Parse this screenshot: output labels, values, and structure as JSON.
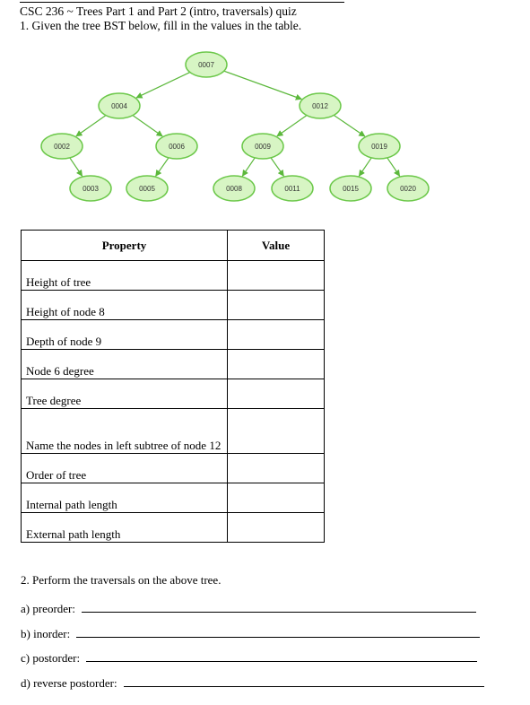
{
  "header": {
    "title": "CSC 236 ~ Trees Part 1 and Part 2 (intro, traversals) quiz",
    "question1": "1. Given the tree BST below, fill in the values in the table."
  },
  "tree": {
    "nodes": [
      "0007",
      "0004",
      "0012",
      "0002",
      "0006",
      "0009",
      "0019",
      "0003",
      "0005",
      "0008",
      "0011",
      "0015",
      "0020"
    ],
    "edges": [
      [
        "0007",
        "0004"
      ],
      [
        "0007",
        "0012"
      ],
      [
        "0004",
        "0002"
      ],
      [
        "0004",
        "0006"
      ],
      [
        "0012",
        "0009"
      ],
      [
        "0012",
        "0019"
      ],
      [
        "0002",
        "0003"
      ],
      [
        "0006",
        "0005"
      ],
      [
        "0009",
        "0008"
      ],
      [
        "0009",
        "0011"
      ],
      [
        "0019",
        "0015"
      ],
      [
        "0019",
        "0020"
      ]
    ],
    "colors": {
      "fill": "#d7f5c4",
      "stroke": "#6cc84a",
      "edge": "#5cb83c"
    }
  },
  "table": {
    "col_property": "Property",
    "col_value": "Value",
    "rows": [
      "Height of tree",
      "Height of node 8",
      "Depth of node 9",
      "Node 6 degree",
      "Tree degree",
      "Name the nodes in left subtree of node 12",
      "Order of tree",
      "Internal path length",
      "External path length"
    ]
  },
  "question2": {
    "text": "2. Perform the traversals on the above tree.",
    "items": [
      "a) preorder:",
      "b) inorder:",
      "c) postorder:",
      "d) reverse postorder:"
    ]
  }
}
